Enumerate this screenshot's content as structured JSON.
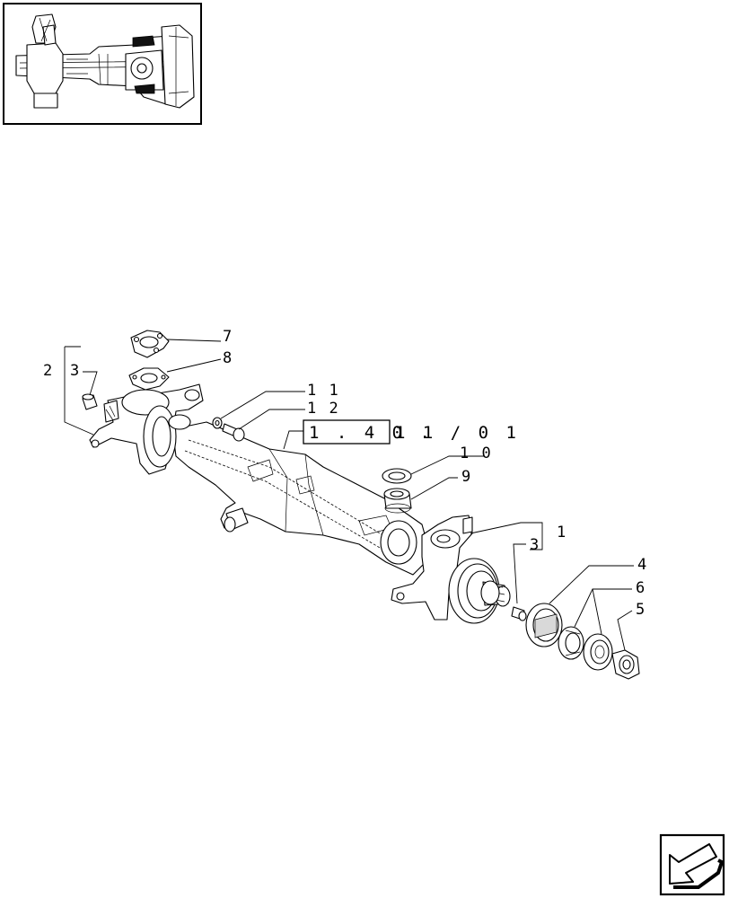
{
  "labels": {
    "l1": "1",
    "l2": "2",
    "l3a": "3",
    "l3b": "3",
    "l4": "4",
    "l5": "5",
    "l6": "6",
    "l7": "7",
    "l8": "8",
    "l9": "9",
    "l10": "1 0",
    "l11": "1 1",
    "l12": "1 2"
  },
  "reference": {
    "box_text": "1 . 4 0 .",
    "suffix": "1 1 / 0 1"
  },
  "icons": {
    "thumbnail": "axle-overview-thumbnail",
    "nav": "next-page-arrow-icon"
  }
}
